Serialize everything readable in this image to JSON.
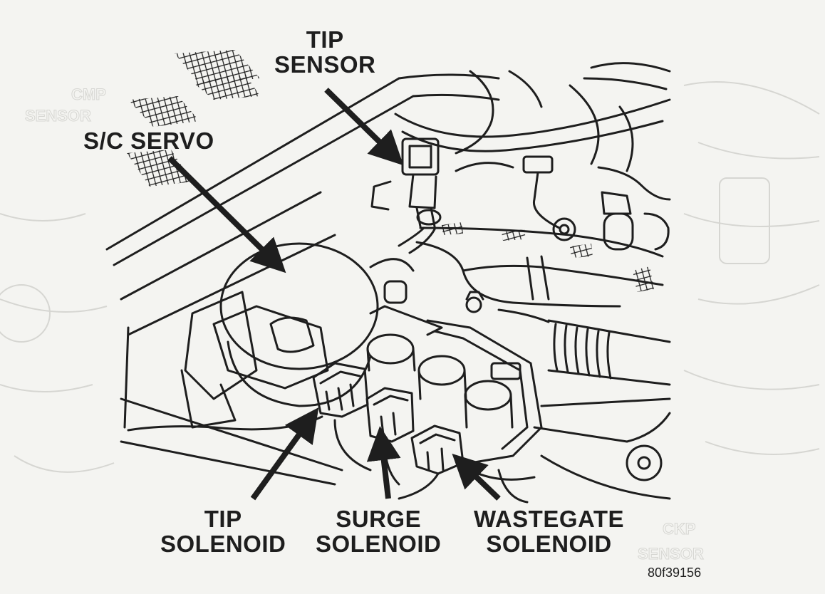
{
  "labels": {
    "tip_sensor": [
      "TIP",
      "SENSOR"
    ],
    "sc_servo": "S/C SERVO",
    "tip_solenoid": [
      "TIP",
      "SOLENOID"
    ],
    "surge_solenoid": [
      "SURGE",
      "SOLENOID"
    ],
    "wastegate_solenoid": [
      "WASTEGATE",
      "SOLENOID"
    ]
  },
  "figure_code": "80f39156",
  "ghost_text": {
    "cmp_sensor": [
      "CMP",
      "SENSOR"
    ],
    "ckp_sensor": [
      "CKP",
      "SENSOR"
    ]
  },
  "colors": {
    "ink": "#1e1e1e",
    "paper": "#f4f4f1",
    "ghost": "#d6d6d2"
  }
}
